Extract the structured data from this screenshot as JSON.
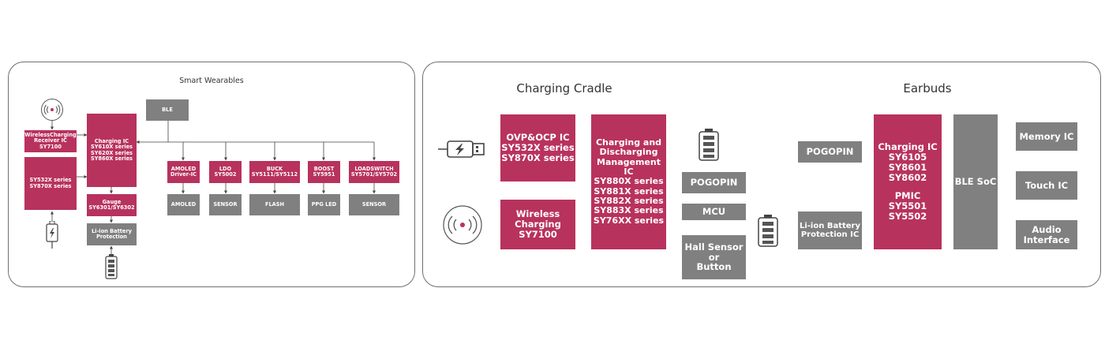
{
  "colors": {
    "accent": "#b8325e",
    "gray": "#808080",
    "line": "#444444"
  },
  "left": {
    "title": "Smart Wearables",
    "wireless_icon": "wireless-charging-pad-icon",
    "usb_icon": "usb-charging-plug-icon",
    "battery_icon": "battery-icon",
    "boxes": {
      "wireless_rx": [
        "WirelessCharging",
        "Receiver IC",
        "SY7100"
      ],
      "sy532x": [
        "SY532X series",
        "SY870X series"
      ],
      "charging_ic": [
        "Charging IC",
        "SY610X series",
        "SY620X series",
        "SY860X series"
      ],
      "gauge": [
        "Gauge",
        "SY6301/SY6302"
      ],
      "liion": [
        "Li-ion Battery",
        "Protection"
      ],
      "ble": [
        "BLE"
      ],
      "amoled_drv": [
        "AMOLED",
        "Driver-IC"
      ],
      "ldo": [
        "LDO",
        "SY5002"
      ],
      "buck": [
        "BUCK",
        "SY5111/SY5112"
      ],
      "boost": [
        "BOOST",
        "SY5951"
      ],
      "loadswitch": [
        "LOADSWITCH",
        "SY5701/SY5702"
      ],
      "amoled": [
        "AMOLED"
      ],
      "sensor1": [
        "SENSOR"
      ],
      "flash": [
        "FLASH"
      ],
      "ppg": [
        "PPG LED"
      ],
      "sensor2": [
        "SENSOR"
      ]
    }
  },
  "right": {
    "cradle_title": "Charging Cradle",
    "earbuds_title": "Earbuds",
    "usb_icon": "usb-cable-icon",
    "wireless_icon": "wireless-charging-pad-icon",
    "battery_icon": "battery-icon",
    "boxes": {
      "ovp": [
        "OVP&OCP IC",
        "SY532X series",
        "SY870X series"
      ],
      "wireless": [
        "Wireless Charging",
        "SY7100"
      ],
      "mgmt": [
        "Charging and",
        "Discharging",
        "Management IC",
        "SY880X series",
        "SY881X series",
        "SY882X series",
        "SY883X series",
        "SY76XX series"
      ],
      "pogopin_c": [
        "POGOPIN"
      ],
      "mcu": [
        "MCU"
      ],
      "hall": [
        "Hall Sensor",
        "or",
        "Button"
      ],
      "pogopin_e": [
        "POGOPIN"
      ],
      "liion": [
        "Li-ion Battery",
        "Protection IC"
      ],
      "charging_pmic": [
        "Charging IC",
        "SY6105",
        "SY8601",
        "SY8602",
        "",
        "PMIC",
        "SY5501",
        "SY5502"
      ],
      "ble_soc": [
        "BLE SoC"
      ],
      "memory": [
        "Memory IC"
      ],
      "touch": [
        "Touch IC"
      ],
      "audio": [
        "Audio",
        "Interface"
      ]
    }
  }
}
